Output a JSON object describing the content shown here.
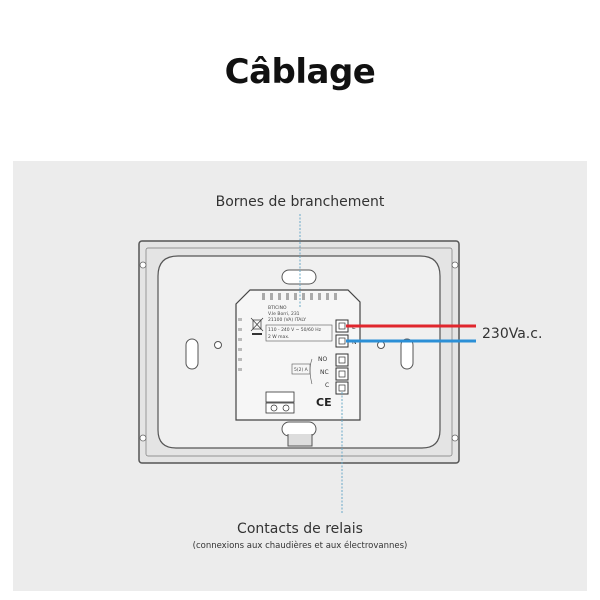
{
  "title": "Câblage",
  "labels": {
    "bornes": "Bornes de branchement",
    "contacts": "Contacts de relais",
    "contacts_sub": "(connexions aux chaudières et aux électrovannes)",
    "voltage": "230Va.c."
  },
  "module": {
    "brand": "BTICINO",
    "address_1": "V.le Borri, 231",
    "address_2": "21100 (VA) ITALY",
    "rating": "110 - 240 V ~ 50/60 Hz",
    "power": "2 W max.",
    "terminal_l": "L",
    "terminal_n": "N",
    "relay_no": "NO",
    "relay_nc": "NC",
    "relay_c": "C",
    "relay_rating": "5(2) A",
    "ce_mark": "CE"
  },
  "wire_colors": {
    "live": "#e0262d",
    "neutral": "#2b8fd6",
    "pointer": "#6aa9c7"
  }
}
